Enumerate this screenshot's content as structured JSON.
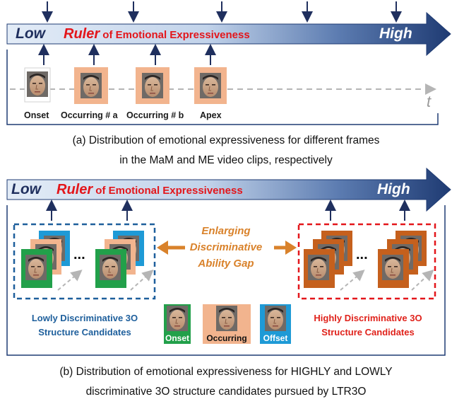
{
  "panel_a": {
    "ruler_low": "Low",
    "ruler_high": "High",
    "ruler_word": "Ruler",
    "ruler_rest": " of Emotional Expressiveness",
    "frames": [
      "Onset",
      "Occurring # a",
      "Occurring # b",
      "Apex"
    ],
    "time_axis": "t",
    "caption_line1": "(a) Distribution of emotional expressiveness for different frames",
    "caption_line2": "in the MaM and ME video clips, respectively"
  },
  "panel_b": {
    "ruler_low": "Low",
    "ruler_high": "High",
    "ruler_word": "Ruler",
    "ruler_rest": " of Emotional Expressiveness",
    "ellipsis": "...",
    "gap_line1": "Enlarging",
    "gap_line2": "Discriminative",
    "gap_line3": "Ability Gap",
    "low_line1": "Lowly Discriminative 3O",
    "low_line2": "Structure Candidates",
    "high_line1": "Highly Discriminative 3O",
    "high_line2": "Structure Candidates",
    "legend": [
      "Onset",
      "Occurring",
      "Offset"
    ],
    "caption_line1": "(b) Distribution of emotional expressiveness for HIGHLY and LOWLY",
    "caption_line2": "discriminative 3O structure candidates pursued by LTR3O"
  },
  "colors": {
    "ruler_dark": "#1f3b73",
    "ruler_light": "#dbe6f4",
    "accent_red": "#e3161b",
    "occurring_peach": "#f2b48e",
    "onset_green": "#22a04a",
    "offset_blue": "#1e9ad6",
    "orange_gap": "#d9822b",
    "dark_orange_frame": "#c5601d",
    "low_blue": "#1e5f9c"
  }
}
